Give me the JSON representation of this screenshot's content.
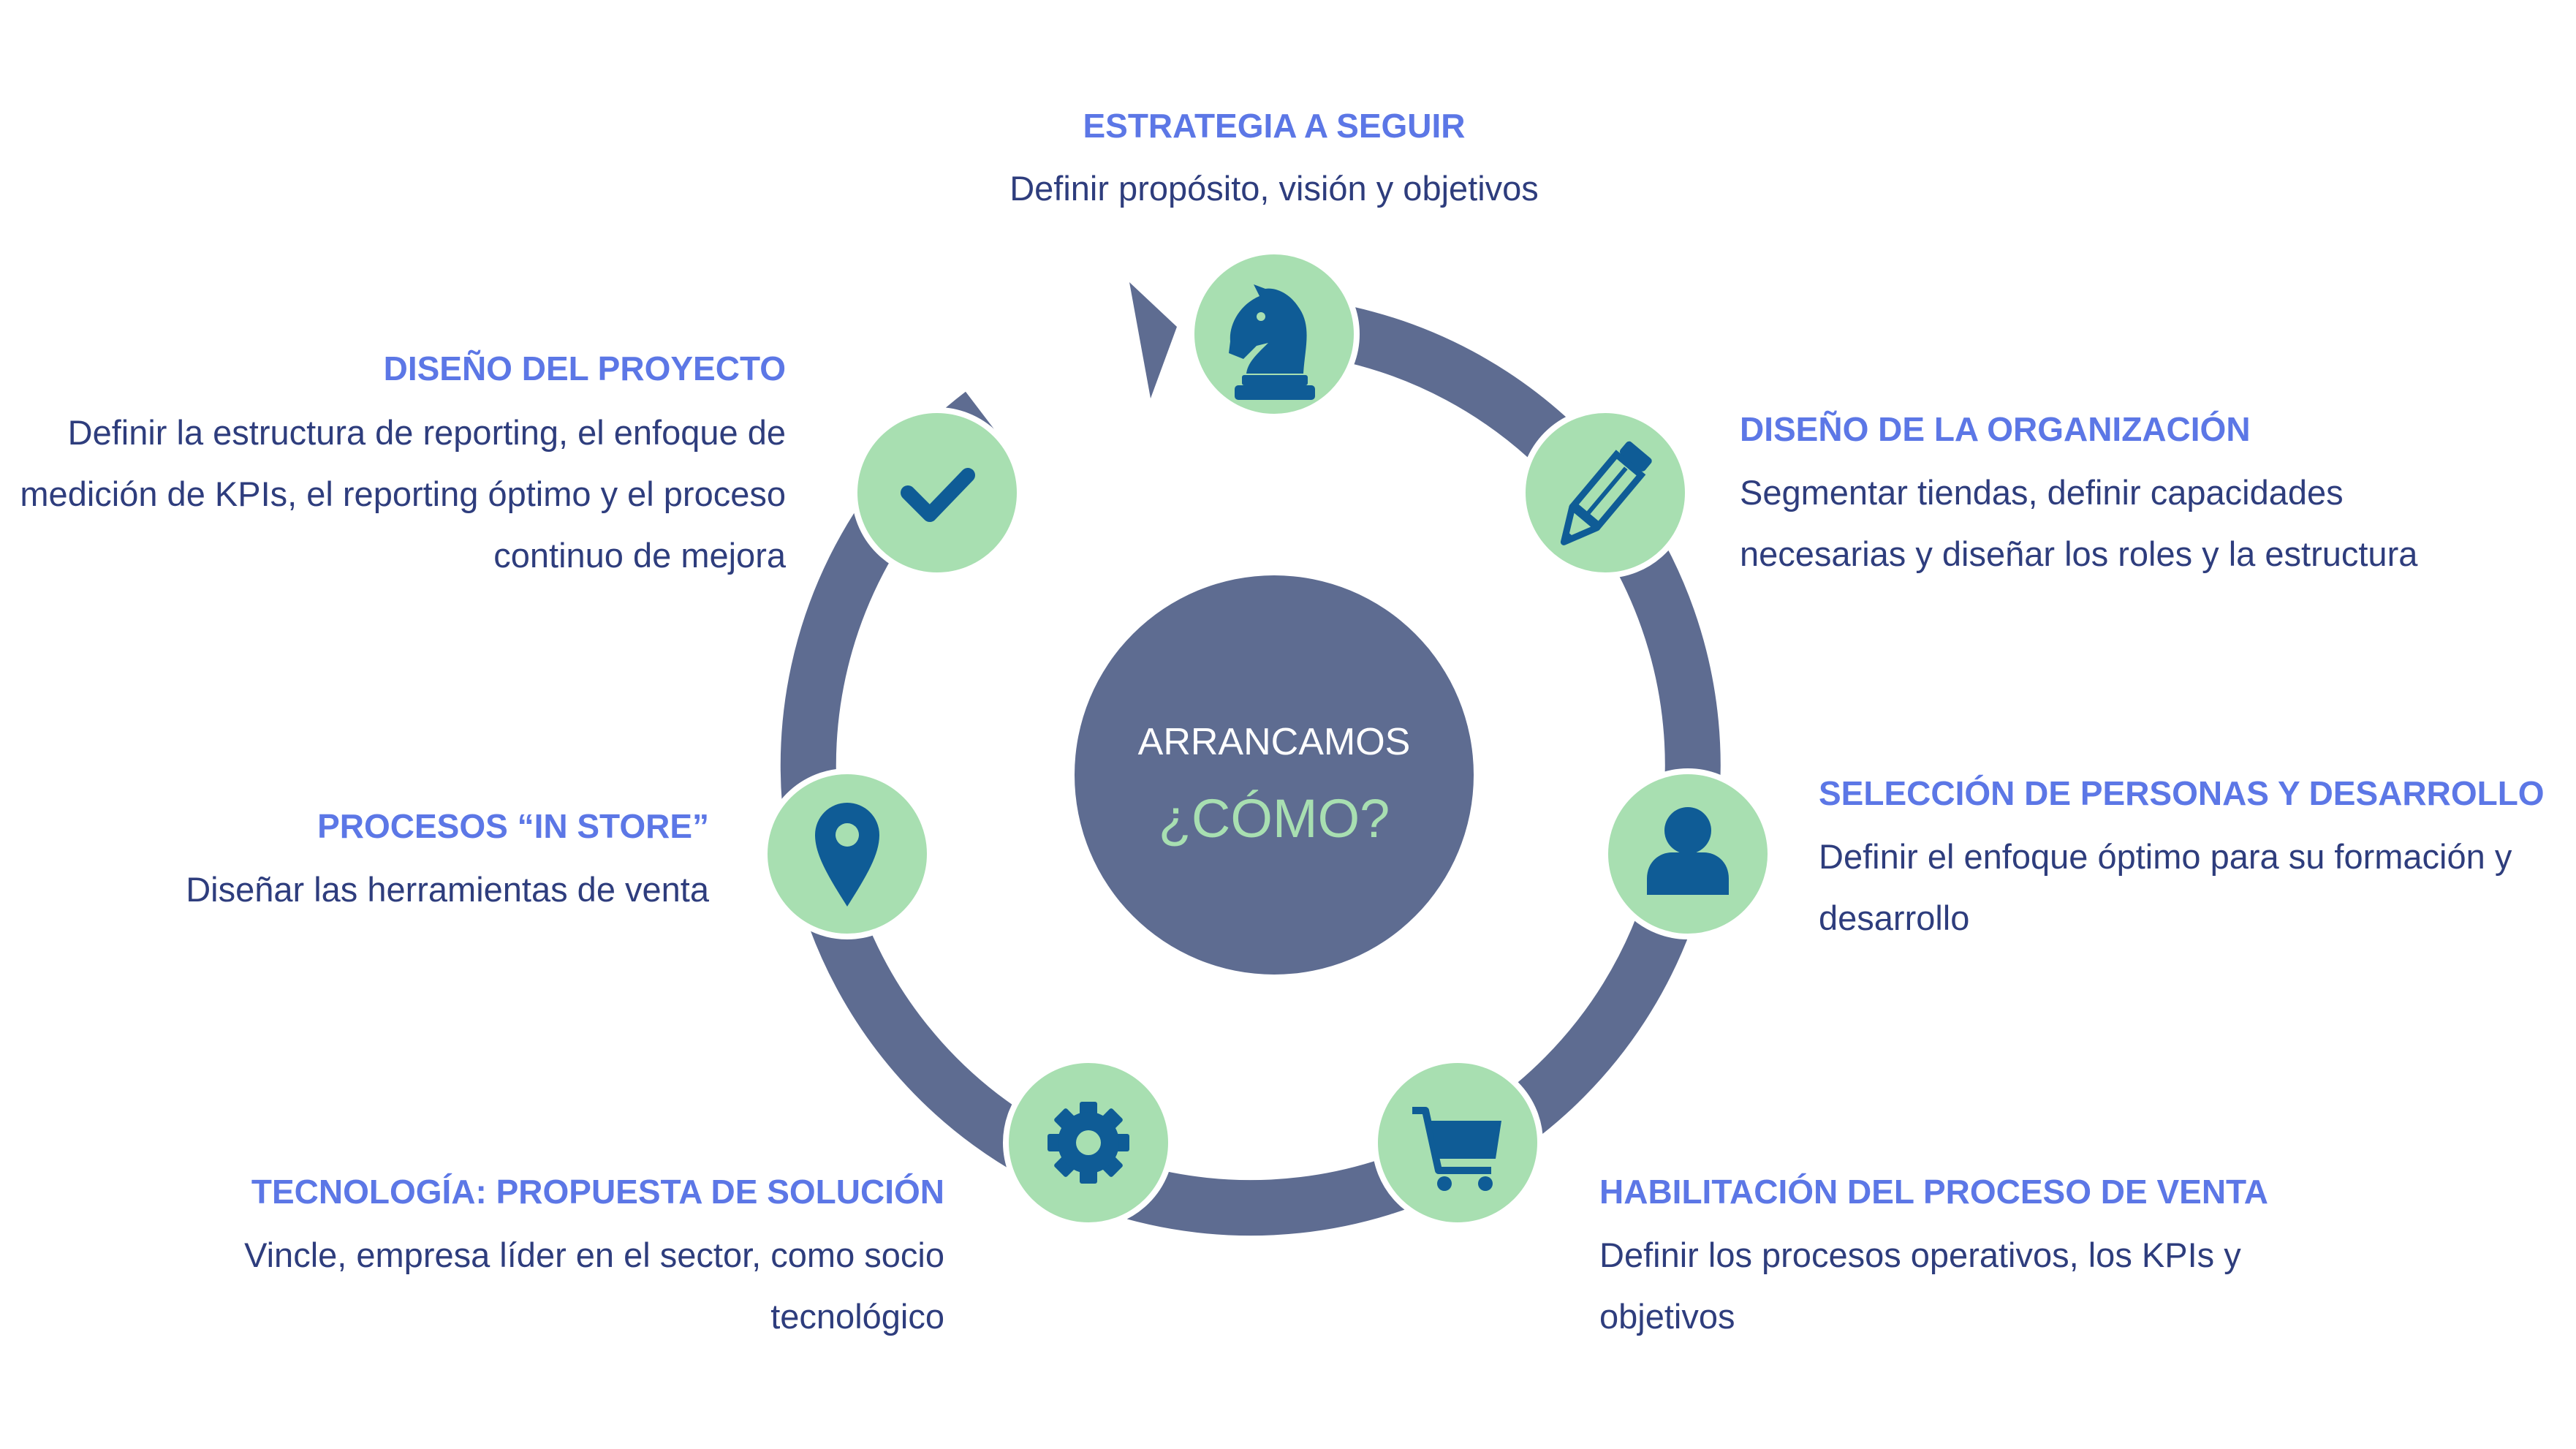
{
  "colors": {
    "ring": "#5e6c91",
    "node": "#a8dfb1",
    "icon": "#0f5c96",
    "title": "#5c77e6",
    "text": "#2e3d7d",
    "hub_title": "#ffffff",
    "hub_sub": "#a8dfb1"
  },
  "hub": {
    "title": "ARRANCAMOS",
    "subtitle": "¿CÓMO?"
  },
  "steps": [
    {
      "id": "strategy",
      "icon": "chess-knight-icon",
      "title": "ESTRATEGIA A SEGUIR",
      "text": "Definir propósito, visión y objetivos"
    },
    {
      "id": "organization",
      "icon": "pencil-icon",
      "title": "DISEÑO DE LA ORGANIZACIÓN",
      "text": "Segmentar tiendas, definir capacidades necesarias y diseñar los roles y la estructura"
    },
    {
      "id": "people",
      "icon": "user-icon",
      "title": "SELECCIÓN DE PERSONAS Y DESARROLLO",
      "text": "Definir el enfoque óptimo para su formación y desarrollo"
    },
    {
      "id": "sales",
      "icon": "shopping-cart-icon",
      "title": "HABILITACIÓN DEL PROCESO DE VENTA",
      "text": "Definir los procesos operativos, los KPIs y objetivos"
    },
    {
      "id": "technology",
      "icon": "gear-icon",
      "title": "TECNOLOGÍA: PROPUESTA DE SOLUCIÓN",
      "text": "Vincle, empresa líder en el sector, como socio tecnológico"
    },
    {
      "id": "instore",
      "icon": "map-pin-icon",
      "title": "PROCESOS “IN STORE”",
      "text": "Diseñar las herramientas de venta"
    },
    {
      "id": "project",
      "icon": "checkmark-icon",
      "title": "DISEÑO DEL PROYECTO",
      "text": "Definir la estructura de reporting, el enfoque de medición de KPIs, el reporting óptimo y el proceso continuo de mejora"
    }
  ]
}
